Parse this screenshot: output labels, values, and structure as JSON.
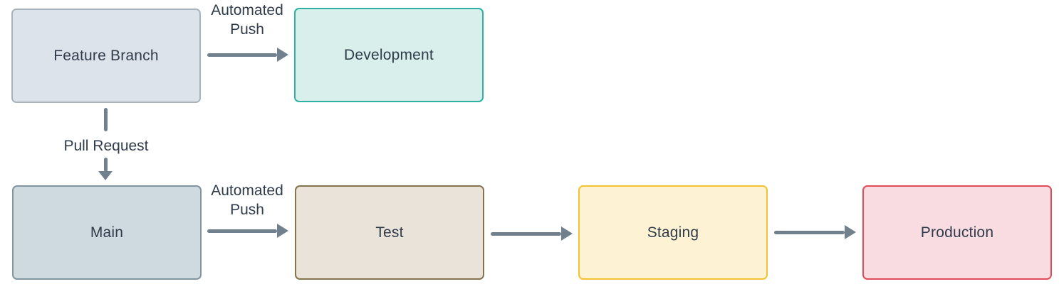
{
  "diagram": {
    "type": "flowchart",
    "description": "Git branching and deployment environments workflow",
    "colors": {
      "background": "#ffffff",
      "arrow": "#71808d",
      "text": "#313c4b"
    },
    "nodes": [
      {
        "id": "feature-branch",
        "label": "Feature Branch",
        "fill": "#dde3ea",
        "border": "#a9b3bb"
      },
      {
        "id": "development",
        "label": "Development",
        "fill": "#d8efeb",
        "border": "#2cb1a3"
      },
      {
        "id": "main",
        "label": "Main",
        "fill": "#cfd9e0",
        "border": "#8094a2"
      },
      {
        "id": "test",
        "label": "Test",
        "fill": "#e9e3d9",
        "border": "#83744e"
      },
      {
        "id": "staging",
        "label": "Staging",
        "fill": "#fdf3d4",
        "border": "#f3c32f"
      },
      {
        "id": "production",
        "label": "Production",
        "fill": "#f8dce1",
        "border": "#e14b59"
      }
    ],
    "edges": [
      {
        "from": "Feature Branch",
        "to": "Development",
        "label": "Automated Push",
        "direction": "right"
      },
      {
        "from": "Feature Branch",
        "to": "Main",
        "label": "Pull Request",
        "direction": "down"
      },
      {
        "from": "Main",
        "to": "Test",
        "label": "Automated Push",
        "direction": "right"
      },
      {
        "from": "Test",
        "to": "Staging",
        "label": "",
        "direction": "right"
      },
      {
        "from": "Staging",
        "to": "Production",
        "label": "",
        "direction": "right"
      }
    ]
  }
}
